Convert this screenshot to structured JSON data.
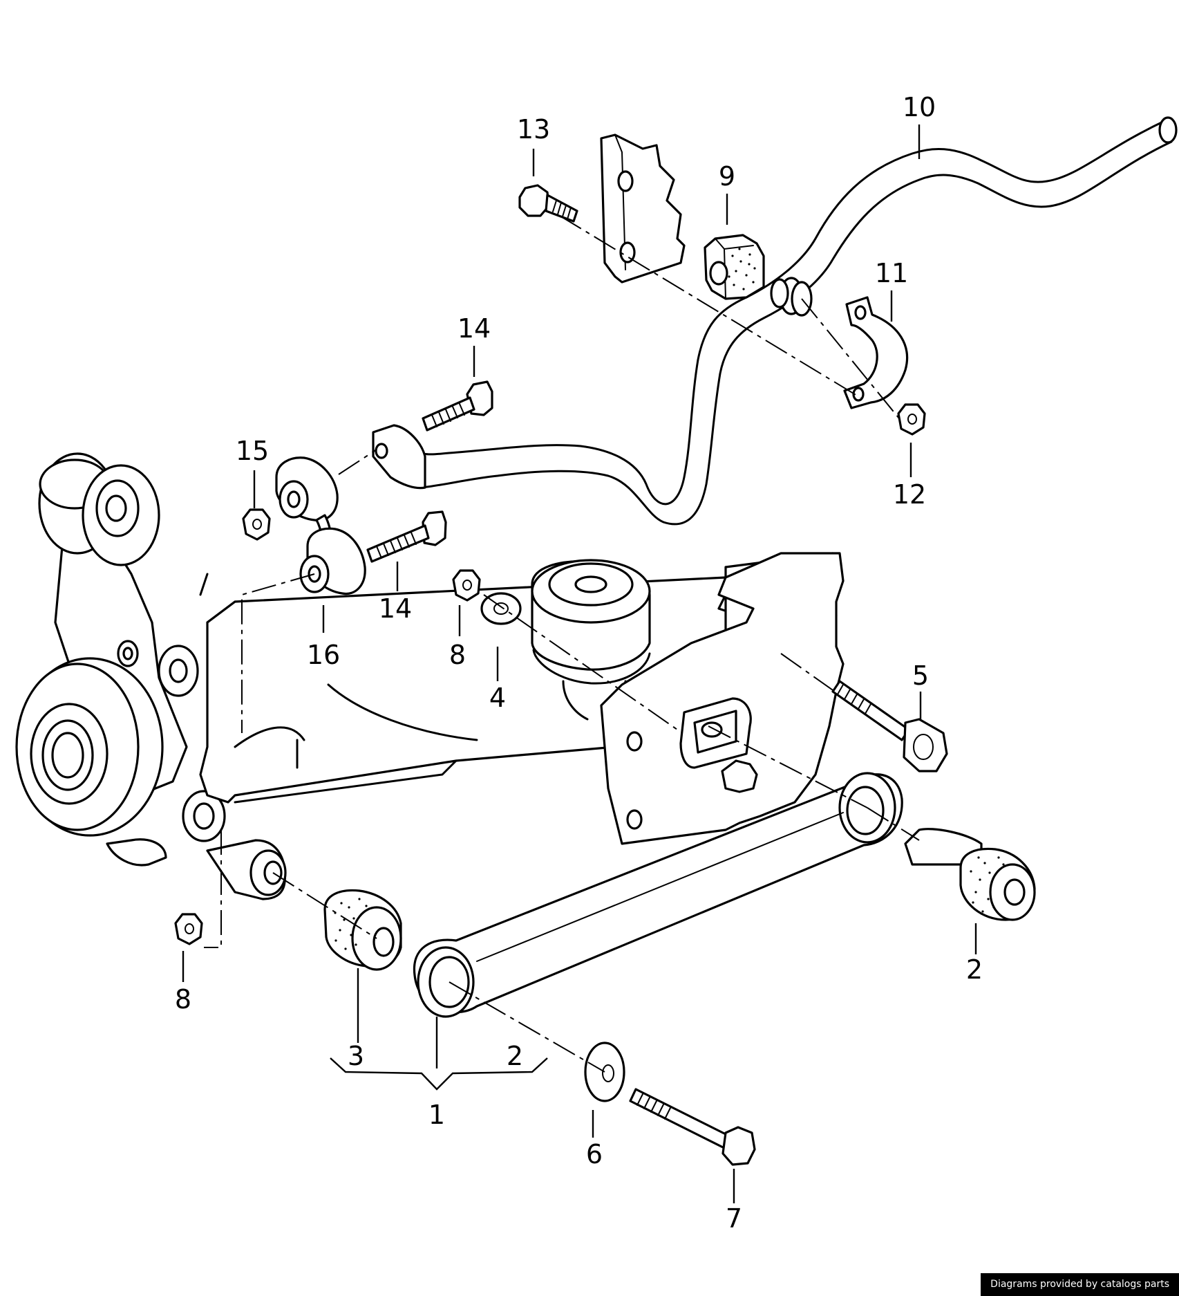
{
  "callouts": {
    "c1": "1",
    "c2_bush": "2",
    "c2_group": "2",
    "c3": "3",
    "c4": "4",
    "c5": "5",
    "c6": "6",
    "c7": "7",
    "c8_upper": "8",
    "c8_lower": "8",
    "c9": "9",
    "c10": "10",
    "c11": "11",
    "c12": "12",
    "c13": "13",
    "c14_upper": "14",
    "c14_lower": "14",
    "c15": "15",
    "c16": "16"
  },
  "footer": {
    "credit": "Diagrams provided by catalogs parts"
  }
}
